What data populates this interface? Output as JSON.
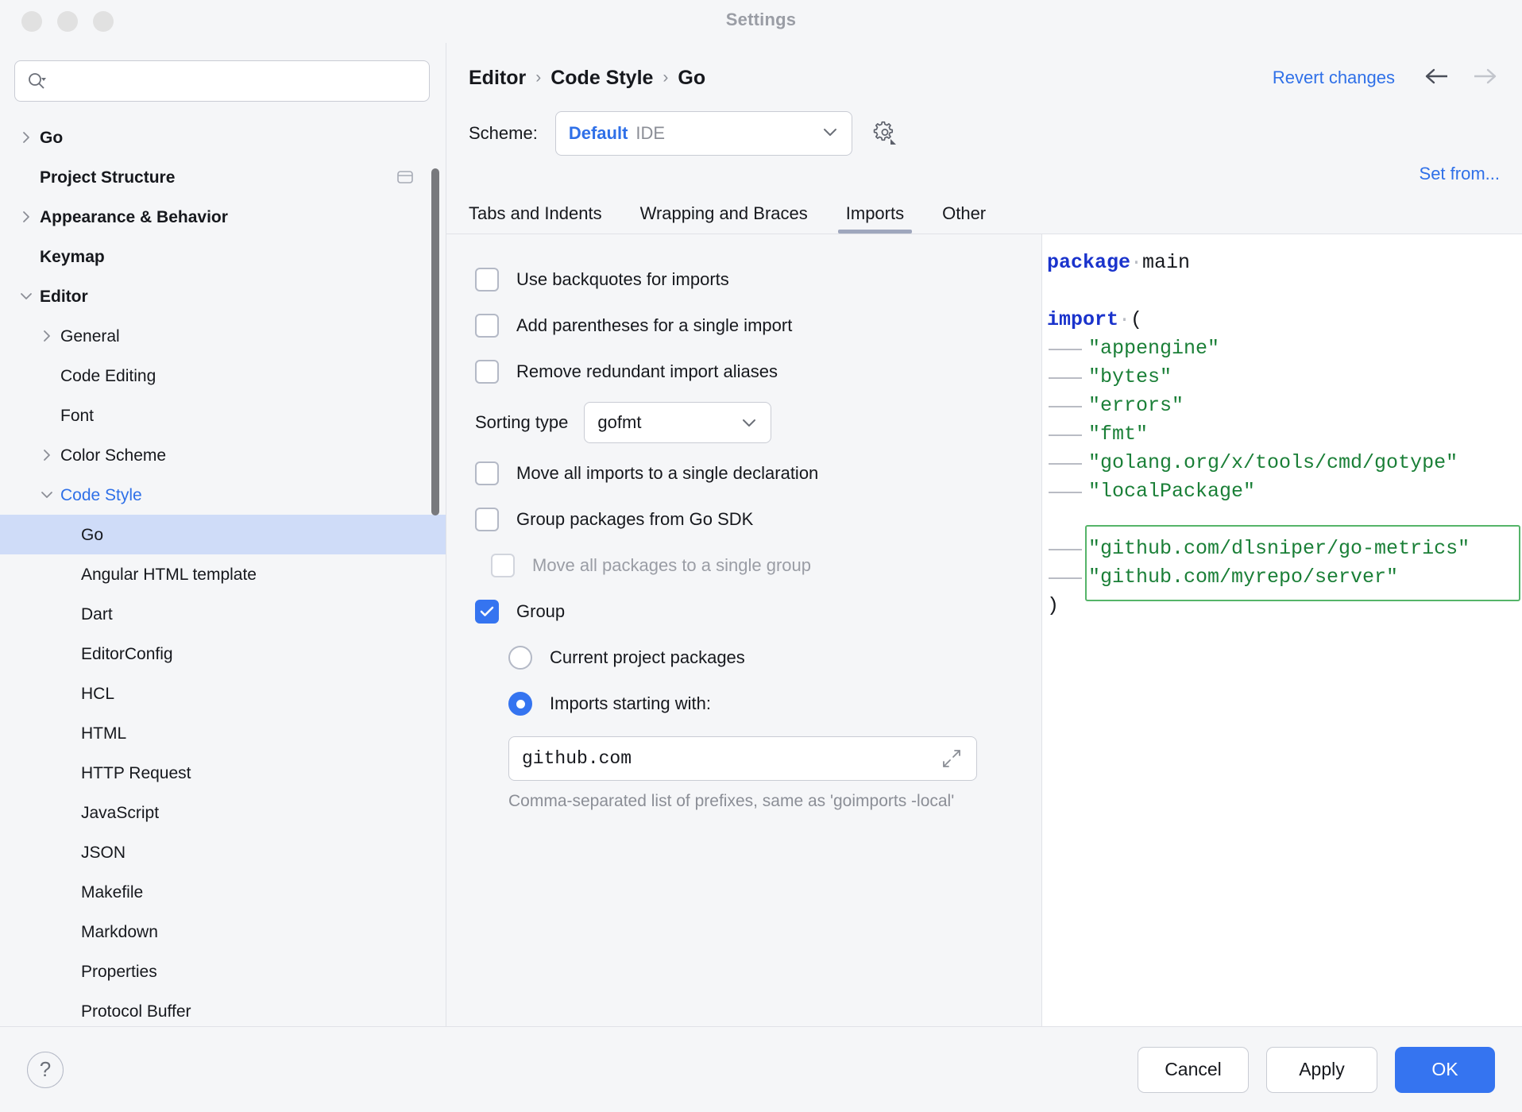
{
  "window": {
    "title": "Settings",
    "traffic_lights": [
      "close",
      "minimize",
      "zoom"
    ]
  },
  "sidebar": {
    "search": {
      "value": "",
      "placeholder": "",
      "icon": "search-icon"
    },
    "items": [
      {
        "label": "Go",
        "level": 0,
        "bold": true,
        "twisty": "right",
        "selected": false
      },
      {
        "label": "Project Structure",
        "level": 0,
        "bold": true,
        "twisty": "none",
        "selected": false,
        "trailing_icon": "module-icon"
      },
      {
        "label": "Appearance & Behavior",
        "level": 0,
        "bold": true,
        "twisty": "right",
        "selected": false
      },
      {
        "label": "Keymap",
        "level": 0,
        "bold": true,
        "twisty": "none",
        "selected": false
      },
      {
        "label": "Editor",
        "level": 0,
        "bold": true,
        "twisty": "down",
        "selected": false
      },
      {
        "label": "General",
        "level": 1,
        "bold": false,
        "twisty": "right",
        "selected": false
      },
      {
        "label": "Code Editing",
        "level": 1,
        "bold": false,
        "twisty": "none",
        "selected": false
      },
      {
        "label": "Font",
        "level": 1,
        "bold": false,
        "twisty": "none",
        "selected": false
      },
      {
        "label": "Color Scheme",
        "level": 1,
        "bold": false,
        "twisty": "right",
        "selected": false
      },
      {
        "label": "Code Style",
        "level": 1,
        "bold": false,
        "twisty": "down",
        "selected": false,
        "link": true
      },
      {
        "label": "Go",
        "level": 2,
        "bold": false,
        "twisty": "none",
        "selected": true
      },
      {
        "label": "Angular HTML template",
        "level": 2,
        "bold": false,
        "twisty": "none",
        "selected": false
      },
      {
        "label": "Dart",
        "level": 2,
        "bold": false,
        "twisty": "none",
        "selected": false
      },
      {
        "label": "EditorConfig",
        "level": 2,
        "bold": false,
        "twisty": "none",
        "selected": false
      },
      {
        "label": "HCL",
        "level": 2,
        "bold": false,
        "twisty": "none",
        "selected": false
      },
      {
        "label": "HTML",
        "level": 2,
        "bold": false,
        "twisty": "none",
        "selected": false
      },
      {
        "label": "HTTP Request",
        "level": 2,
        "bold": false,
        "twisty": "none",
        "selected": false
      },
      {
        "label": "JavaScript",
        "level": 2,
        "bold": false,
        "twisty": "none",
        "selected": false
      },
      {
        "label": "JSON",
        "level": 2,
        "bold": false,
        "twisty": "none",
        "selected": false
      },
      {
        "label": "Makefile",
        "level": 2,
        "bold": false,
        "twisty": "none",
        "selected": false
      },
      {
        "label": "Markdown",
        "level": 2,
        "bold": false,
        "twisty": "none",
        "selected": false
      },
      {
        "label": "Properties",
        "level": 2,
        "bold": false,
        "twisty": "none",
        "selected": false
      },
      {
        "label": "Protocol Buffer",
        "level": 2,
        "bold": false,
        "twisty": "none",
        "selected": false
      }
    ]
  },
  "header": {
    "breadcrumb": [
      "Editor",
      "Code Style",
      "Go"
    ],
    "separator": "›",
    "revert_label": "Revert changes",
    "back_icon": "arrow-left-icon",
    "forward_icon": "arrow-right-icon",
    "back_enabled": true,
    "forward_enabled": false
  },
  "scheme": {
    "label": "Scheme:",
    "name": "Default",
    "sub": "IDE",
    "caret_icon": "chevron-down-icon",
    "gear_icon": "gear-icon"
  },
  "set_from": {
    "label": "Set from..."
  },
  "tabs": [
    {
      "label": "Tabs and Indents",
      "active": false
    },
    {
      "label": "Wrapping and Braces",
      "active": false
    },
    {
      "label": "Imports",
      "active": true
    },
    {
      "label": "Other",
      "active": false
    }
  ],
  "options": {
    "use_backquotes": {
      "label": "Use backquotes for imports",
      "checked": false,
      "disabled": false
    },
    "add_parentheses": {
      "label": "Add parentheses for a single import",
      "checked": false,
      "disabled": false
    },
    "remove_aliases": {
      "label": "Remove redundant import aliases",
      "checked": false,
      "disabled": false
    },
    "sorting": {
      "label": "Sorting type",
      "value": "gofmt",
      "caret_icon": "chevron-down-icon"
    },
    "move_all_imports": {
      "label": "Move all imports to a single declaration",
      "checked": false,
      "disabled": false
    },
    "group_sdk": {
      "label": "Group packages from Go SDK",
      "checked": false,
      "disabled": false
    },
    "move_all_packages": {
      "label": "Move all packages to a single group",
      "checked": false,
      "disabled": true
    },
    "group": {
      "label": "Group",
      "checked": true,
      "disabled": false
    },
    "radio_current_project": {
      "label": "Current project packages",
      "selected": false
    },
    "radio_imports_starting": {
      "label": "Imports starting with:",
      "selected": true
    },
    "prefix_field": {
      "value": "github.com",
      "placeholder": "",
      "expand_icon": "expand-icon"
    },
    "hint": "Comma-separated list of prefixes, same as 'goimports -local'"
  },
  "preview": {
    "lines": [
      {
        "indent": 0,
        "parts": [
          {
            "t": "package",
            "c": "kw"
          },
          {
            "t": "·",
            "c": "dot"
          },
          {
            "t": "main",
            "c": "plain"
          }
        ]
      },
      {
        "indent": 0,
        "parts": []
      },
      {
        "indent": 0,
        "parts": [
          {
            "t": "import",
            "c": "kw"
          },
          {
            "t": "·",
            "c": "dot"
          },
          {
            "t": "(",
            "c": "plain"
          }
        ]
      },
      {
        "indent": 1,
        "parts": [
          {
            "t": "\"appengine\"",
            "c": "str"
          }
        ]
      },
      {
        "indent": 1,
        "parts": [
          {
            "t": "\"bytes\"",
            "c": "str"
          }
        ]
      },
      {
        "indent": 1,
        "parts": [
          {
            "t": "\"errors\"",
            "c": "str"
          }
        ]
      },
      {
        "indent": 1,
        "parts": [
          {
            "t": "\"fmt\"",
            "c": "str"
          }
        ]
      },
      {
        "indent": 1,
        "parts": [
          {
            "t": "\"golang.org/x/tools/cmd/gotype\"",
            "c": "str"
          }
        ]
      },
      {
        "indent": 1,
        "parts": [
          {
            "t": "\"localPackage\"",
            "c": "str"
          }
        ]
      },
      {
        "indent": 0,
        "parts": []
      },
      {
        "indent": 1,
        "parts": [
          {
            "t": "\"github.com/dlsniper/go-metrics\"",
            "c": "str"
          }
        ],
        "highlight": true
      },
      {
        "indent": 1,
        "parts": [
          {
            "t": "\"github.com/myrepo/server\"",
            "c": "str"
          }
        ],
        "highlight": true
      },
      {
        "indent": 0,
        "parts": [
          {
            "t": ")",
            "c": "plain"
          }
        ]
      }
    ],
    "highlight_color": "#55b469"
  },
  "footer": {
    "help_icon": "question-mark-icon",
    "cancel_label": "Cancel",
    "apply_label": "Apply",
    "ok_label": "OK"
  },
  "colors": {
    "accent": "#3574f0",
    "link": "#2f70e8",
    "selection": "#cfdcf8",
    "string_green": "#1a7f37",
    "keyword_blue": "#1a33cc",
    "highlight_border": "#55b469",
    "background": "#f5f6f8"
  }
}
